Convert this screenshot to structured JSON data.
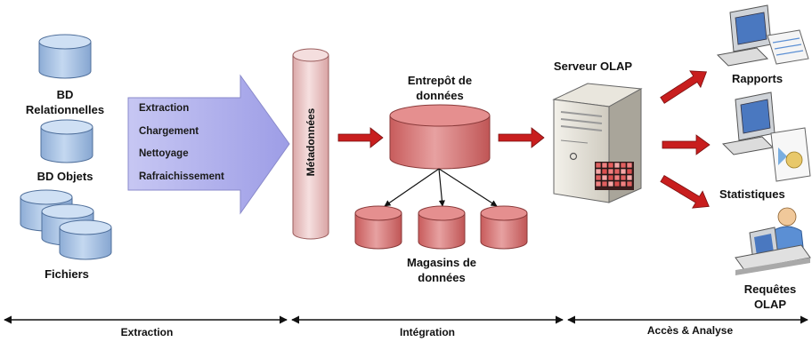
{
  "sources": {
    "relational": {
      "label_line1": "BD",
      "label_line2": "Relationnelles"
    },
    "objects": {
      "label": "BD Objets"
    },
    "files": {
      "label": "Fichiers"
    }
  },
  "etl_steps": [
    "Extraction",
    "Chargement",
    "Nettoyage",
    "Rafraichissement"
  ],
  "metadata": {
    "label": "Métadonnées"
  },
  "warehouse": {
    "label_line1": "Entrepôt de",
    "label_line2": "données"
  },
  "datamarts": {
    "label_line1": "Magasins de",
    "label_line2": "données"
  },
  "olap_server": {
    "label": "Serveur OLAP"
  },
  "outputs": {
    "reports": {
      "label": "Rapports"
    },
    "stats": {
      "label": "Statistiques"
    },
    "queries": {
      "label_line1": "Requêtes",
      "label_line2": "OLAP"
    }
  },
  "phases": [
    "Extraction",
    "Intégration",
    "Accès & Analyse"
  ],
  "colors": {
    "db_blue": "#a9c3e3",
    "db_blue_dark": "#5a7fae",
    "etl_arrow": "#b3b3ee",
    "metadata_pink": "#ecc7c7",
    "warehouse_red": "#d67272",
    "arrow_red": "#c81e1e"
  }
}
